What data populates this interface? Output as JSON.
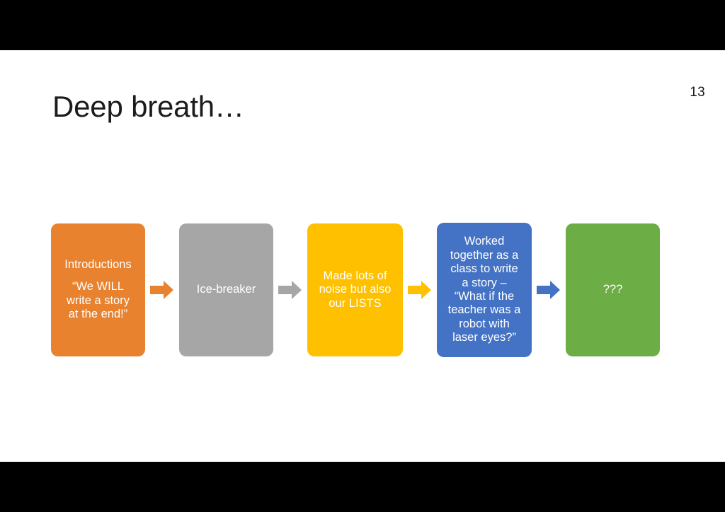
{
  "slide": {
    "title": "Deep breath…",
    "number": "13",
    "background_color": "#ffffff",
    "letterbox_color": "#000000",
    "title_color": "#1c1c1c"
  },
  "flow": {
    "steps": [
      {
        "id": "introductions",
        "color": "#E8822F",
        "lines": [
          "Introductions",
          "",
          "“We WILL",
          "write a story",
          "at the end!”"
        ],
        "text": "Introductions “We WILL write a story at the end!”"
      },
      {
        "id": "ice-breaker",
        "color": "#A6A6A6",
        "lines": [
          "Ice-breaker"
        ],
        "text": "Ice-breaker"
      },
      {
        "id": "noise-and-lists",
        "color": "#FFC000",
        "lines": [
          "Made lots of",
          "noise but also",
          "our LISTS"
        ],
        "text": "Made lots of noise but also our LISTS"
      },
      {
        "id": "class-story",
        "color": "#4472C4",
        "lines": [
          "Worked",
          "together as a",
          "class to write",
          "a story –",
          "“What if the",
          "teacher was a",
          "robot with",
          "laser eyes?”"
        ],
        "text": "Worked together as a class to write a story – “What if the teacher was a robot with laser eyes?”"
      },
      {
        "id": "unknown-next",
        "color": "#6DAD46",
        "lines": [
          "???"
        ],
        "text": "???"
      }
    ],
    "arrows": [
      {
        "id": "arrow-1",
        "color": "#E8822F",
        "label": "arrow-right-icon"
      },
      {
        "id": "arrow-2",
        "color": "#A6A6A6",
        "label": "arrow-right-icon"
      },
      {
        "id": "arrow-3",
        "color": "#FFC000",
        "label": "arrow-right-icon"
      },
      {
        "id": "arrow-4",
        "color": "#4472C4",
        "label": "arrow-right-icon"
      }
    ]
  }
}
